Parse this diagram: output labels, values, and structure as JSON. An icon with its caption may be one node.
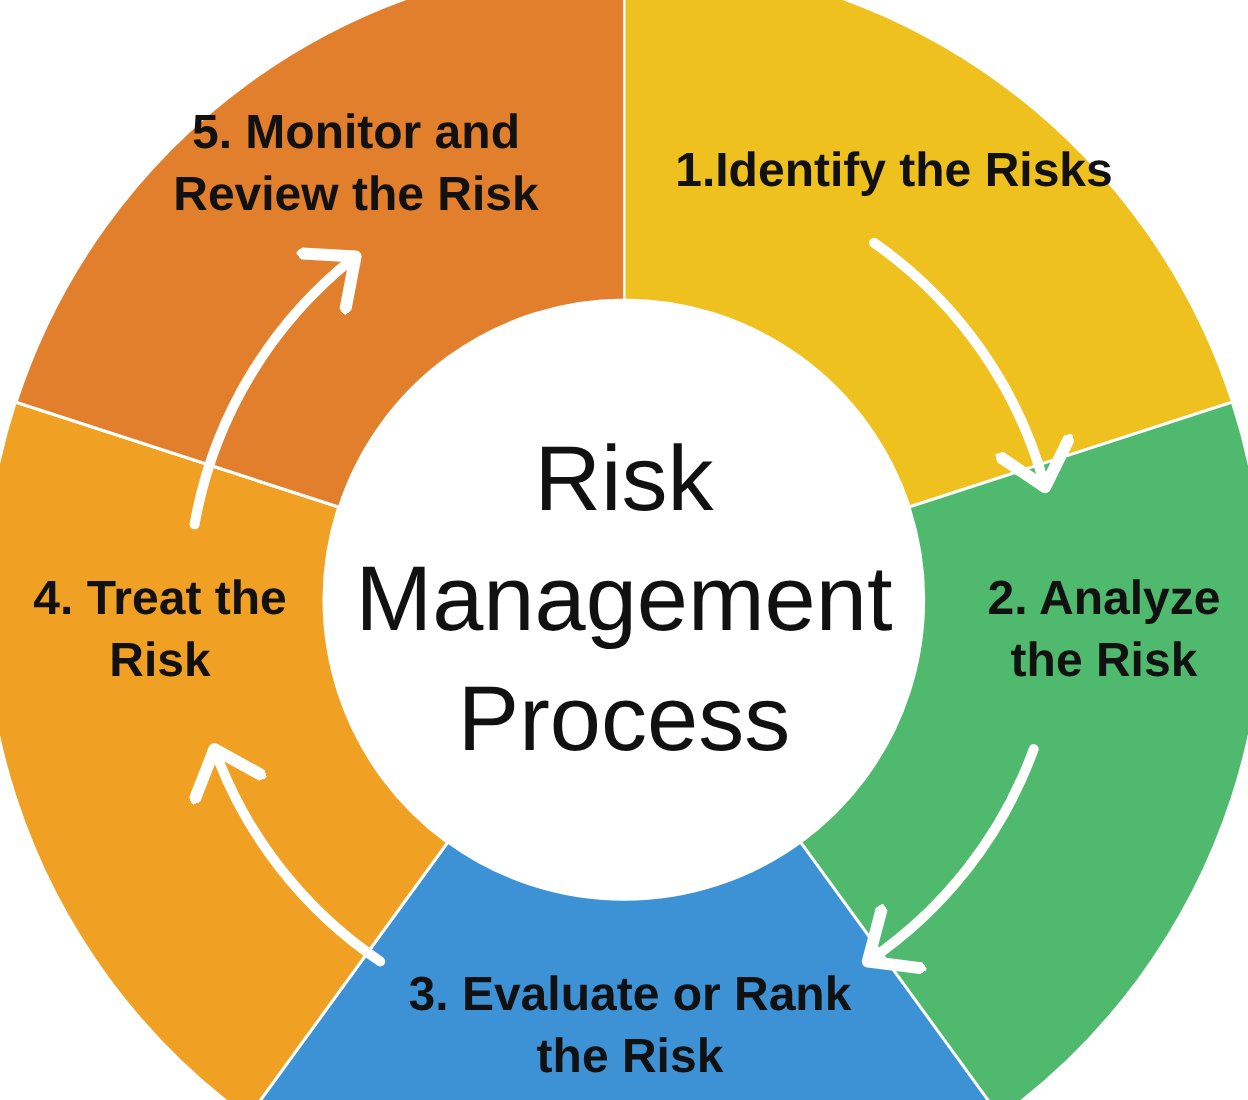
{
  "diagram": {
    "nodes": [
      {
        "text": [
          "Risk Management Process"
        ]
      },
      {
        "text": [
          "1.Identify the Risks"
        ]
      },
      {
        "text": [
          "2. Analyze the Risk"
        ]
      },
      {
        "text": [
          "3. Evaluate or Rank the Risk"
        ]
      },
      {
        "text": [
          "4. Treat the Risk"
        ]
      },
      {
        "text": [
          "5. Monitor and Review the Risk"
        ]
      }
    ],
    "edges": [
      {
        "from": 1,
        "to": 2,
        "arrow": "to"
      },
      {
        "from": 2,
        "to": 3,
        "arrow": "to"
      },
      {
        "from": 3,
        "to": 4,
        "arrow": "to"
      },
      {
        "from": 4,
        "to": 5,
        "arrow": "to"
      }
    ]
  }
}
